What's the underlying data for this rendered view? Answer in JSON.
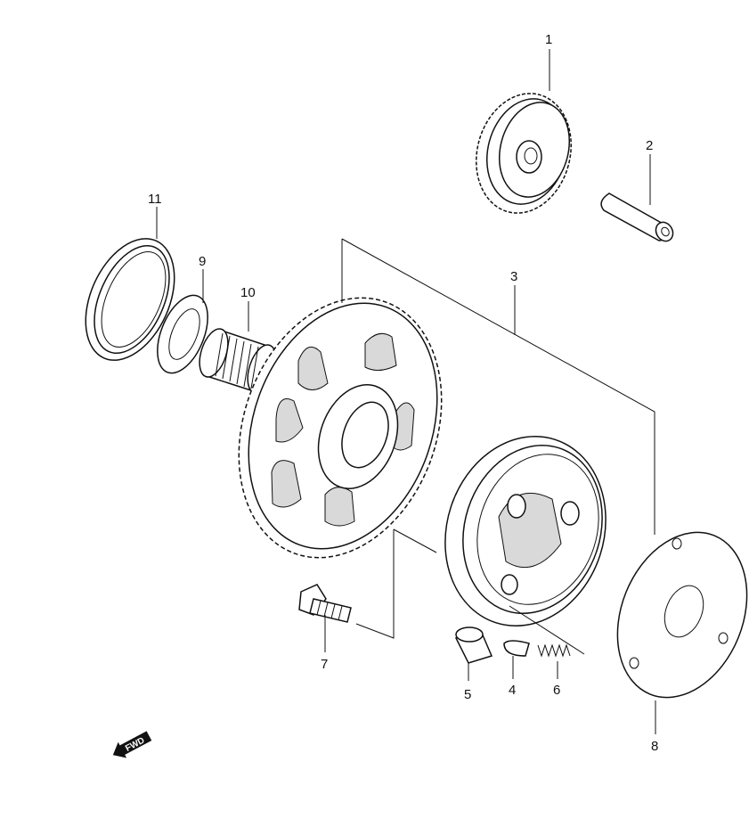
{
  "diagram": {
    "callouts": [
      {
        "id": "1",
        "label": "1"
      },
      {
        "id": "2",
        "label": "2"
      },
      {
        "id": "3",
        "label": "3"
      },
      {
        "id": "4",
        "label": "4"
      },
      {
        "id": "5",
        "label": "5"
      },
      {
        "id": "6",
        "label": "6"
      },
      {
        "id": "7",
        "label": "7"
      },
      {
        "id": "8",
        "label": "8"
      },
      {
        "id": "9",
        "label": "9"
      },
      {
        "id": "10",
        "label": "10"
      },
      {
        "id": "11",
        "label": "11"
      }
    ],
    "fwd_arrow": {
      "label": "FWD"
    }
  }
}
